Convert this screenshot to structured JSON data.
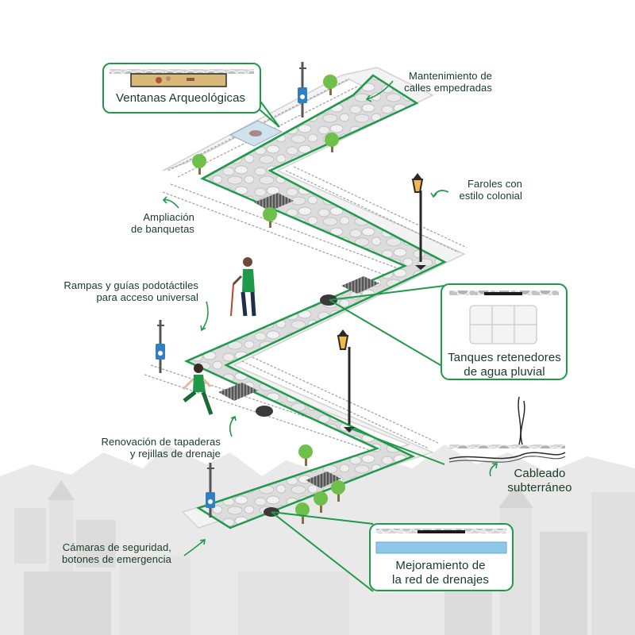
{
  "labels": {
    "ventanas": "Ventanas Arqueológicas",
    "mantenimiento": "Mantenimiento de\ncalles empedradas",
    "farolas": "Faroles con\nestilo colonial",
    "ampliacion": "Ampliación\nde banquetas",
    "rampas": "Rampas y guías podotáctiles\npara acceso universal",
    "tanques": "Tanques retenedores\nde agua pluvial",
    "renovacion": "Renovación de tapaderas\ny rejillas de drenaje",
    "cableado": "Cableado\nsubterráneo",
    "camaras": "Cámaras de seguridad,\nbotones de emergencia",
    "mejoramiento": "Mejoramiento de\nla red de drenajes"
  },
  "colors": {
    "accent_green": "#1f9a4a",
    "tree_green": "#6fc04a",
    "cobble_light": "#e6e6e6",
    "cobble_dark": "#b9b9b9",
    "sidewalk": "#f1f1f1",
    "pole_blue": "#2f7fc1",
    "lamp_yellow": "#f3b64a",
    "water_blue": "#8fc7e6",
    "silhouette_grey": "#d9d9d9"
  },
  "icons": [
    "security-camera-pole-icon",
    "colonial-street-lamp-icon",
    "tree-icon",
    "drain-cover-icon",
    "drain-grate-icon",
    "pedestrian-with-cane-icon",
    "running-woman-icon",
    "storage-tank-icon",
    "underground-cable-icon",
    "drainage-pipe-icon",
    "archaeological-window-icon"
  ]
}
